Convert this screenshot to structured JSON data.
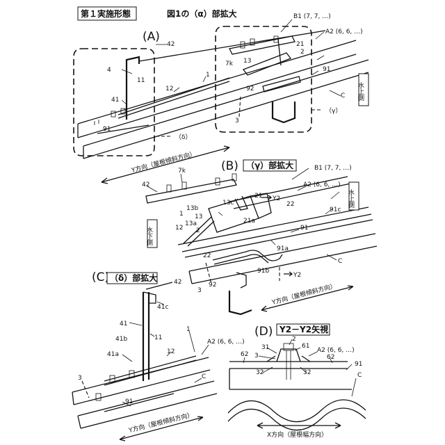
{
  "header": {
    "embodiment": "第１実施形態",
    "figure_title": "図1の（α）部拡大"
  },
  "panel_a": {
    "title": "(A)",
    "labels": {
      "b1": "B1 (7, 7, …)",
      "a2": "A2 (6, 6, …)",
      "n42": "42",
      "n4": "4",
      "n11": "11",
      "n41": "41",
      "n12": "12",
      "n1": "1",
      "n21": "21",
      "n2": "2",
      "n7k": "7k",
      "n13": "13",
      "n91": "91",
      "n92": "92",
      "nC": "C",
      "n3": "3",
      "n91b": "91",
      "gamma": "（γ）",
      "delta": "（δ）",
      "y_dir": "Y方向（屋根傾斜方向）",
      "water_up": "水上側"
    }
  },
  "panel_b": {
    "title": "(B)",
    "subtitle": "（γ）部拡大",
    "labels": {
      "n7k": "7k",
      "b1": "B1 (7, 7, …)",
      "n42": "42",
      "a2": "A2 (6, 6, …)",
      "n13c": "13c",
      "n21": "21",
      "y2": "Y2",
      "n22": "22",
      "n91c": "91c",
      "water_up": "水上側",
      "n13b": "13b",
      "n13": "13",
      "n1": "1",
      "n21a": "21a",
      "n13a": "13a",
      "n2": "2",
      "n91": "91",
      "water_down": "水下側",
      "n12": "12",
      "n22b": "22",
      "n91a": "91a",
      "nC": "C",
      "n91b": "91b",
      "n3": "3",
      "n92": "92",
      "y2b": "Y2",
      "y_dir": "Y方向（屋根傾斜方向）"
    }
  },
  "panel_c": {
    "title": "(C)",
    "subtitle": "（δ）部拡大",
    "labels": {
      "n42": "42",
      "n41c": "41c",
      "n41": "41",
      "n11": "11",
      "n41b": "41b",
      "n1": "1",
      "a2": "A2 (6, 6, …)",
      "n12": "12",
      "n41a": "41a",
      "n3": "3",
      "nC": "C",
      "n91": "91",
      "y_dir": "Y方向（屋根傾斜方向）"
    }
  },
  "panel_d": {
    "title": "(D)",
    "subtitle": "Y2－Y2矢視",
    "labels": {
      "n2": "2",
      "n61": "61",
      "n31": "31",
      "a2": "A2 (6, 6, …)",
      "n3": "3",
      "n62a": "62",
      "n62b": "62",
      "n32a": "32",
      "n32b": "32",
      "n91": "91",
      "nC": "C",
      "x_dir": "X方向（屋根幅方向）"
    }
  }
}
